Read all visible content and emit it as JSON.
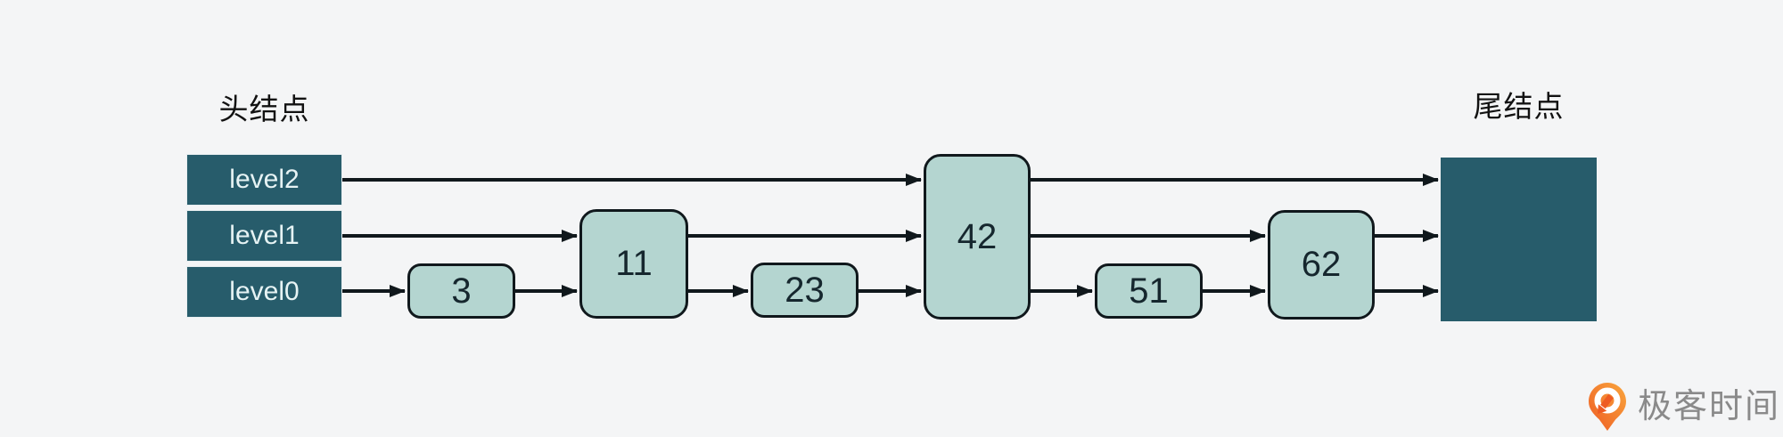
{
  "diagram": {
    "head_label": "头结点",
    "tail_label": "尾结点",
    "head_levels": [
      "level2",
      "level1",
      "level0"
    ],
    "nodes": [
      {
        "value": "3",
        "levels": [
          "level0"
        ]
      },
      {
        "value": "11",
        "levels": [
          "level1",
          "level0"
        ]
      },
      {
        "value": "23",
        "levels": [
          "level0"
        ]
      },
      {
        "value": "42",
        "levels": [
          "level2",
          "level1",
          "level0"
        ]
      },
      {
        "value": "51",
        "levels": [
          "level0"
        ]
      },
      {
        "value": "62",
        "levels": [
          "level1",
          "level0"
        ]
      }
    ],
    "edges": {
      "level2": [
        [
          "head",
          "42"
        ],
        [
          "42",
          "tail"
        ]
      ],
      "level1": [
        [
          "head",
          "11"
        ],
        [
          "11",
          "42"
        ],
        [
          "42",
          "62"
        ],
        [
          "62",
          "tail"
        ]
      ],
      "level0": [
        [
          "head",
          "3"
        ],
        [
          "3",
          "11"
        ],
        [
          "11",
          "23"
        ],
        [
          "23",
          "42"
        ],
        [
          "42",
          "51"
        ],
        [
          "51",
          "62"
        ],
        [
          "62",
          "tail"
        ]
      ]
    },
    "colors": {
      "background": "#f4f5f6",
      "dark_node_fill": "#275c6b",
      "light_node_fill": "#b4d5d0",
      "node_border": "#10181c",
      "arrow": "#10181c",
      "head_row_text": "#e6f3f4",
      "label_text": "#121212"
    }
  },
  "watermark": {
    "brand": "极客时间",
    "brand_orange": "#f2711c",
    "text_color": "#8a8a8a"
  }
}
